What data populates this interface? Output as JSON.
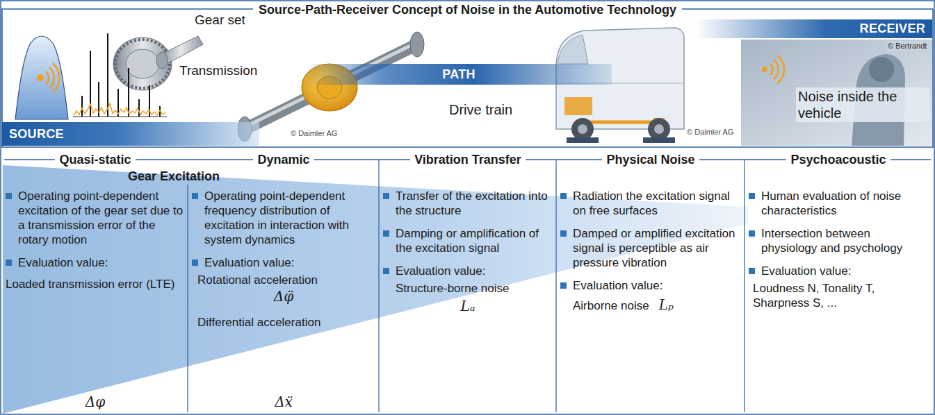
{
  "diagram": {
    "title": "Source-Path-Receiver Concept of Noise in the Automotive Technology",
    "nodes": [
      {
        "text": [
          "SOURCE"
        ]
      },
      {
        "text": [
          "PATH"
        ]
      },
      {
        "text": [
          "RECEIVER"
        ]
      },
      {
        "text": [
          "Quasi-static",
          "Operating point-dependent excitation of the gear set due to a transmission error of the rotary motion",
          "Evaluation value:",
          "Loaded transmission error (LTE)",
          "Δφ"
        ]
      },
      {
        "text": [
          "Dynamic",
          "Operating point-dependent frequency distribution of excitation in interaction with system dynamics",
          "Evaluation value:",
          "Rotational acceleration",
          "Δφ̈",
          "Differential acceleration",
          "Δẍ"
        ]
      },
      {
        "text": [
          "Vibration Transfer",
          "Transfer of the excitation into the structure",
          "Damping or amplification of the excitation signal",
          "Evaluation value:",
          "Structure-borne noise",
          "Lₐ"
        ]
      },
      {
        "text": [
          "Physical Noise",
          "Radiation the excitation signal on free surfaces",
          "Damped or amplified excitation signal is perceptible as air pressure vibration",
          "Evaluation value:",
          "Airborne noise",
          "Lₚ"
        ]
      },
      {
        "text": [
          "Psychoacoustic",
          "Human evaluation of noise characteristics",
          "Intersection between physiology and psychology",
          "Evaluation value:",
          "Loudness N, Tonality T, Sharpness S, ..."
        ]
      }
    ],
    "labels": [
      "Gear set",
      "Transmission",
      "Drive train",
      "Noise inside the vehicle",
      "© Daimler AG",
      "© Daimler AG",
      "© Bertrandt",
      "Gear Excitation"
    ]
  }
}
